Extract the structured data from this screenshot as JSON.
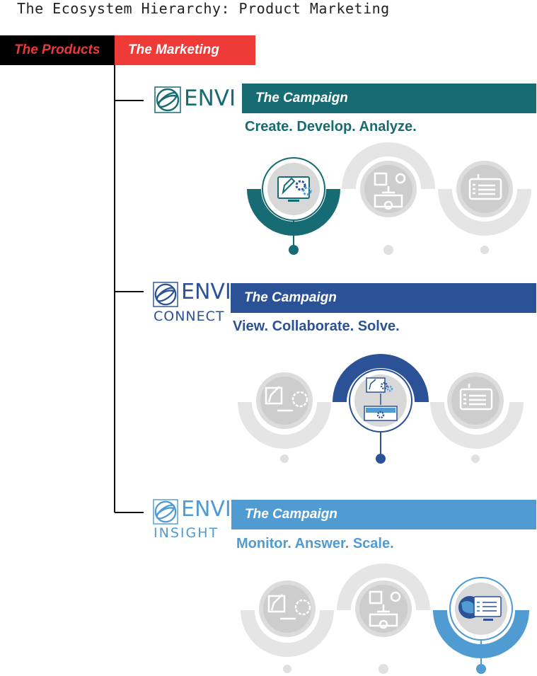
{
  "page_title": "The Ecosystem Hierarchy: Product Marketing",
  "headers": {
    "products": "The Products",
    "marketing": "The Marketing"
  },
  "colors": {
    "envi": "#176b72",
    "connect": "#2b5197",
    "insight": "#4f9bd2",
    "red": "#ee3b37",
    "inactive": "#dcdcdc"
  },
  "products": [
    {
      "logo_word": "ENVI",
      "logo_sub": "",
      "campaign_label": "The Campaign",
      "tagline": "Create. Develop. Analyze.",
      "stages": [
        {
          "icon": "edit-gears-monitor-icon",
          "active": true
        },
        {
          "icon": "edit-flow-monitor-icon",
          "active": false
        },
        {
          "icon": "checklist-icon",
          "active": false
        }
      ]
    },
    {
      "logo_word": "ENVI",
      "logo_sub": "CONNECT",
      "campaign_label": "The Campaign",
      "tagline": "View. Collaborate. Solve.",
      "stages": [
        {
          "icon": "edit-gear-icon",
          "active": false
        },
        {
          "icon": "edit-flow-monitor-icon",
          "active": true
        },
        {
          "icon": "checklist-icon",
          "active": false
        }
      ]
    },
    {
      "logo_word": "ENVI",
      "logo_sub": "INSIGHT",
      "campaign_label": "The Campaign",
      "tagline": "Monitor. Answer. Scale.",
      "stages": [
        {
          "icon": "edit-gear-icon",
          "active": false
        },
        {
          "icon": "edit-flow-monitor-icon",
          "active": false
        },
        {
          "icon": "globe-checklist-icon",
          "active": true
        }
      ]
    }
  ]
}
